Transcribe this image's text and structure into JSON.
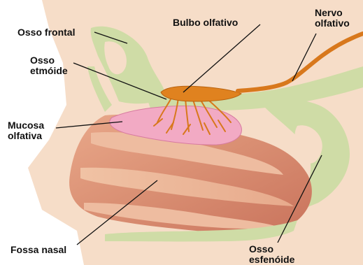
{
  "labels": {
    "osso_frontal": "Osso frontal",
    "bulbo_olfativo": "Bulbo olfativo",
    "nervo_olfativo": [
      "Nervo",
      "olfativo"
    ],
    "osso_etmoide": [
      "Osso",
      "etmóide"
    ],
    "mucosa_olfativa": [
      "Mucosa",
      "olfativa"
    ],
    "fossa_nasal": "Fossa nasal",
    "osso_esfenoide": [
      "Osso",
      "esfenóide"
    ]
  },
  "colors": {
    "bone": "#cfdca6",
    "skin": "#f6ddc8",
    "flesh": "#dd9a7c",
    "mucosa": "#f2aac4",
    "nerve": "#d8781c",
    "leader_line": "#111111"
  }
}
